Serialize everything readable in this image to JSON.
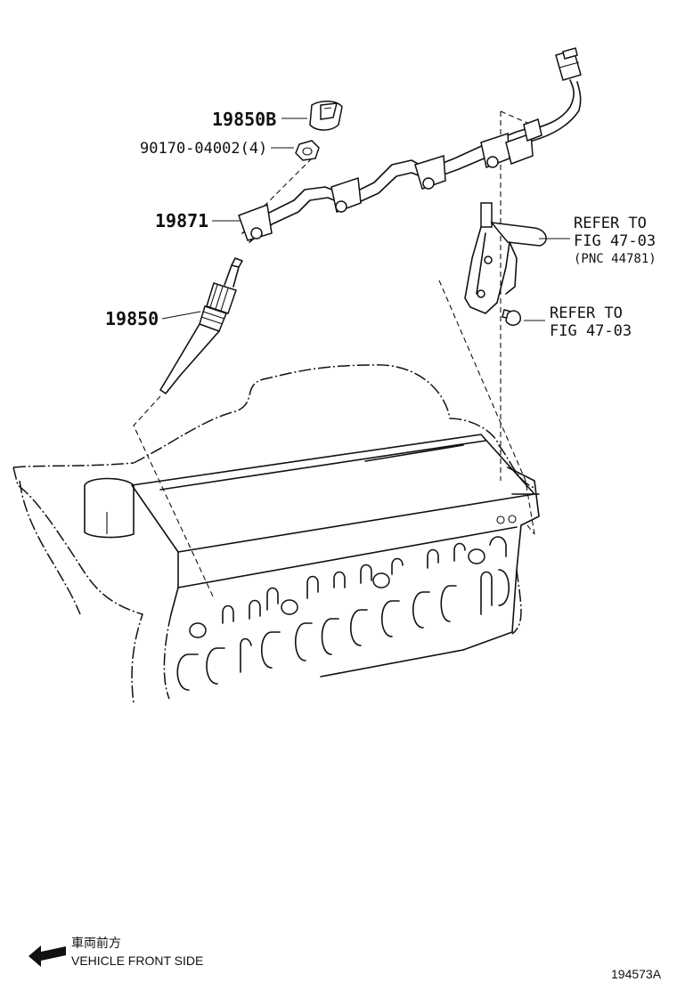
{
  "labels": {
    "part_19850b": "19850B",
    "part_90170": "90170-04002(4)",
    "part_19871": "19871",
    "part_19850": "19850",
    "refer_a_line1": "REFER TO",
    "refer_a_line2": "FIG 47-03",
    "refer_a_line3": "(PNC 44781)",
    "refer_b_line1": "REFER TO",
    "refer_b_line2": "FIG 47-03"
  },
  "footer": {
    "direction_jp": "車両前方",
    "direction_en": "VEHICLE FRONT SIDE",
    "figure_id": "194573A"
  },
  "icons": {
    "direction_arrow": "arrow-left-icon"
  }
}
